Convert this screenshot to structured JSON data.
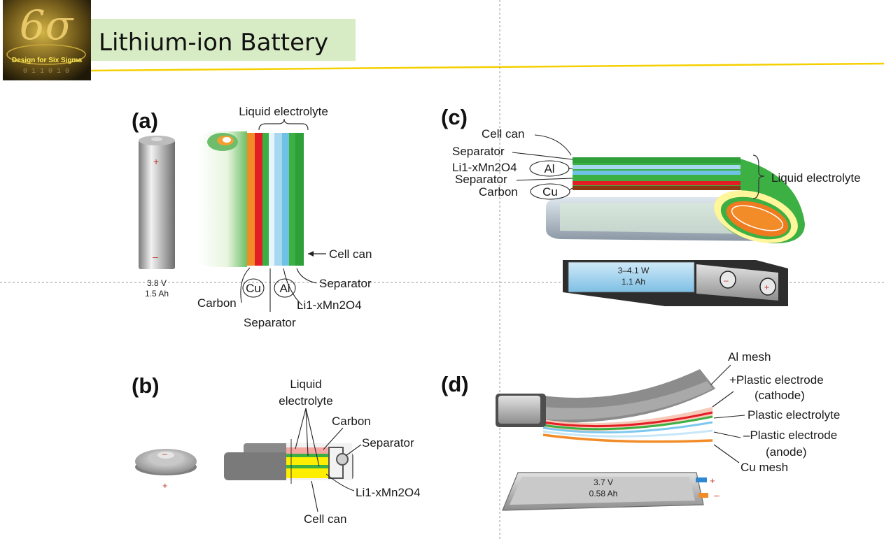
{
  "slide": {
    "title": "Lithium-ion Battery",
    "logo": {
      "text": "Design for Six Sigma",
      "icon": "six-sigma-logo",
      "accent": "#f5d000"
    }
  },
  "panels": {
    "a": {
      "label": "(a)",
      "cell_voltage": "3.8 V",
      "cell_capacity": "1.5 Ah",
      "liquid_electrolyte": "Liquid electrolyte",
      "cell_can": "Cell can",
      "separator_right": "Separator",
      "carbon": "Carbon",
      "cu": "Cu",
      "al": "Al",
      "cathode": "Li1-xMn2O4",
      "separator_bottom": "Separator"
    },
    "b": {
      "label": "(b)",
      "liquid": "Liquid",
      "electrolyte": "electrolyte",
      "carbon": "Carbon",
      "separator": "Separator",
      "cathode": "Li1-xMn2O4",
      "cell_can": "Cell can"
    },
    "c": {
      "label": "(c)",
      "cell_can": "Cell can",
      "separator_1": "Separator",
      "cathode": "Li1-xMn2O4",
      "al": "Al",
      "separator_2": "Separator",
      "carbon": "Carbon",
      "cu": "Cu",
      "liquid_electrolyte": "Liquid electrolyte",
      "power": "3–4.1 W",
      "capacity": "1.1 Ah"
    },
    "d": {
      "label": "(d)",
      "al_mesh": "Al mesh",
      "plastic_cathode": "+Plastic electrode",
      "cathode_note": "(cathode)",
      "plastic_electrolyte": "Plastic electrolyte",
      "plastic_anode": "–Plastic electrode",
      "anode_note": "(anode)",
      "cu_mesh": "Cu mesh",
      "voltage": "3.7 V",
      "capacity": "0.58 Ah"
    }
  },
  "colors": {
    "green": "#3cb043",
    "red": "#e31e24",
    "orange": "#f28c28",
    "light_blue": "#a6d8f0",
    "yellow": "#ffee00",
    "title_bg": "#d7ecc4"
  }
}
